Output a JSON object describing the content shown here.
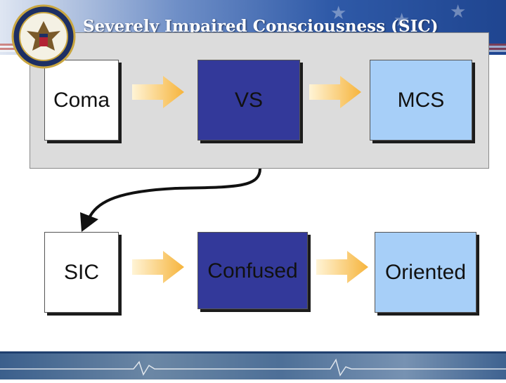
{
  "title": "Severely Impaired Consciousness (SIC)",
  "colors": {
    "arrow_fill": "#fbd079",
    "white_box": "#ffffff",
    "navy_box": "#33399a",
    "light_blue_box": "#a7cff8",
    "panel": "#dcdcdc"
  },
  "diagram": {
    "nodes": [
      {
        "id": "coma",
        "label": "Coma"
      },
      {
        "id": "vs",
        "label": "VS"
      },
      {
        "id": "mcs",
        "label": "MCS"
      },
      {
        "id": "sic",
        "label": "SIC"
      },
      {
        "id": "confused",
        "label": "Confused"
      },
      {
        "id": "oriented",
        "label": "Oriented"
      }
    ],
    "edges": [
      {
        "from": "coma",
        "to": "vs"
      },
      {
        "from": "vs",
        "to": "mcs"
      },
      {
        "from": "vs",
        "to": "sic"
      },
      {
        "from": "sic",
        "to": "confused"
      },
      {
        "from": "confused",
        "to": "oriented"
      }
    ]
  },
  "icons": {
    "seal": "va-seal-icon"
  }
}
